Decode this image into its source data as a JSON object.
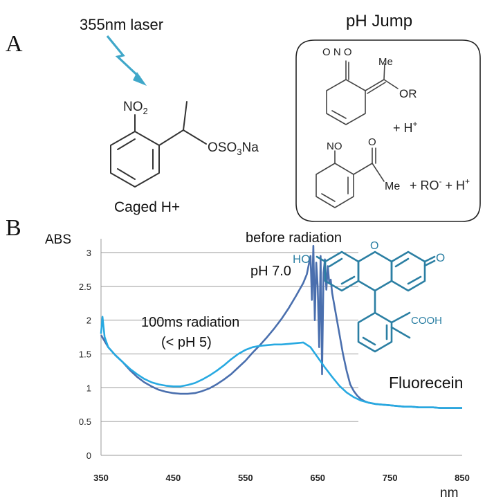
{
  "panel_a": {
    "letter": "A",
    "laser_label": "355nm laser",
    "caged_label": "Caged H+",
    "nitro_label": "NO",
    "nitro_sub": "2",
    "ester_label": "OSO",
    "ester_sub": "3",
    "ester_tail": "Na",
    "ph_jump_title": "pH Jump",
    "aci_nitro_label": "O  N  O",
    "me_label": "Me",
    "or_label": "OR",
    "plus_h1": "+ H",
    "nitroso_label": "NO",
    "ketone_o_label": "O",
    "me2_label": "Me",
    "products_label": "+ RO",
    "products_h": "+ H"
  },
  "panel_b": {
    "letter": "B",
    "annotation_before": "before radiation",
    "annotation_ph7": "pH 7.0",
    "annotation_100ms": "100ms radiation",
    "annotation_ph5": "(< pH 5)",
    "fluorescein_label": "Fluorecein",
    "fl_ho": "HO",
    "fl_o": "O",
    "fl_o2": "O",
    "fl_cooh": "COOH"
  },
  "chart_data": {
    "type": "line",
    "ylabel": "ABS",
    "xlabel": "nm",
    "xlim": [
      350,
      850
    ],
    "ylim": [
      0,
      3
    ],
    "xticks": [
      350,
      450,
      550,
      650,
      750,
      850
    ],
    "yticks": [
      0,
      0.5,
      1,
      1.5,
      2,
      2.5,
      3
    ],
    "ytick_labels": [
      "0",
      "0.5",
      "1",
      "1.5",
      "2",
      "2.5",
      "3"
    ],
    "grid": true,
    "colors": {
      "before": "#4a6fae",
      "after": "#27a9e1"
    },
    "series": [
      {
        "key": "before",
        "x": [
          350,
          360,
          370,
          380,
          390,
          400,
          410,
          420,
          430,
          440,
          450,
          460,
          470,
          480,
          490,
          500,
          510,
          520,
          530,
          540,
          550,
          560,
          570,
          580,
          590,
          600,
          610,
          620,
          630,
          635,
          640,
          642,
          644,
          646,
          648,
          650,
          652,
          654,
          656,
          658,
          660,
          662,
          664,
          666,
          668,
          670,
          675,
          680,
          685,
          690,
          695,
          700,
          705,
          710,
          715,
          720,
          730,
          740,
          750,
          760,
          770,
          780,
          790,
          800,
          810,
          820,
          830,
          840,
          850
        ],
        "y": [
          1.78,
          1.6,
          1.48,
          1.38,
          1.26,
          1.16,
          1.08,
          1.02,
          0.97,
          0.94,
          0.92,
          0.91,
          0.91,
          0.92,
          0.95,
          0.99,
          1.05,
          1.12,
          1.2,
          1.3,
          1.4,
          1.52,
          1.63,
          1.75,
          1.88,
          2.02,
          2.18,
          2.36,
          2.55,
          2.68,
          2.95,
          2.3,
          3.1,
          2.0,
          2.85,
          2.5,
          1.6,
          2.95,
          1.2,
          2.7,
          2.9,
          2.45,
          2.8,
          2.55,
          2.6,
          2.4,
          2.1,
          1.8,
          1.5,
          1.25,
          1.05,
          0.95,
          0.88,
          0.83,
          0.8,
          0.78,
          0.76,
          0.75,
          0.74,
          0.73,
          0.72,
          0.72,
          0.71,
          0.71,
          0.71,
          0.7,
          0.7,
          0.7,
          0.7
        ]
      },
      {
        "key": "after",
        "x": [
          350,
          352,
          355,
          360,
          370,
          380,
          390,
          400,
          410,
          420,
          430,
          440,
          450,
          460,
          470,
          480,
          490,
          500,
          510,
          520,
          530,
          540,
          550,
          560,
          570,
          580,
          590,
          600,
          610,
          620,
          630,
          640,
          650,
          660,
          670,
          680,
          690,
          700,
          710,
          720,
          730,
          740,
          750,
          760,
          770,
          780,
          790,
          800,
          810,
          820,
          830,
          840,
          850
        ],
        "y": [
          1.8,
          2.05,
          1.75,
          1.6,
          1.48,
          1.38,
          1.28,
          1.2,
          1.13,
          1.08,
          1.05,
          1.03,
          1.02,
          1.02,
          1.04,
          1.07,
          1.12,
          1.18,
          1.25,
          1.33,
          1.42,
          1.5,
          1.56,
          1.6,
          1.62,
          1.63,
          1.64,
          1.64,
          1.65,
          1.66,
          1.67,
          1.6,
          1.45,
          1.3,
          1.16,
          1.03,
          0.93,
          0.86,
          0.81,
          0.78,
          0.76,
          0.75,
          0.74,
          0.73,
          0.72,
          0.72,
          0.71,
          0.71,
          0.71,
          0.7,
          0.7,
          0.7,
          0.7
        ]
      }
    ]
  }
}
